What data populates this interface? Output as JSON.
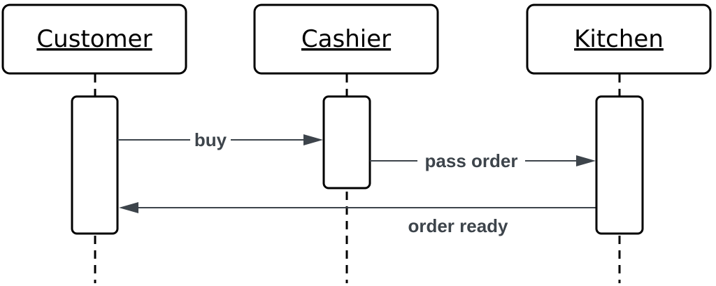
{
  "participants": [
    {
      "id": "customer",
      "name": "Customer"
    },
    {
      "id": "cashier",
      "name": "Cashier"
    },
    {
      "id": "kitchen",
      "name": "Kitchen"
    }
  ],
  "messages": [
    {
      "id": "buy",
      "label": "buy",
      "from": "customer",
      "to": "cashier"
    },
    {
      "id": "pass-order",
      "label": "pass order",
      "from": "cashier",
      "to": "kitchen"
    },
    {
      "id": "order-ready",
      "label": "order ready",
      "from": "kitchen",
      "to": "customer"
    }
  ],
  "colors": {
    "stroke": "#000000",
    "message": "#3d444b",
    "background": "#ffffff"
  }
}
